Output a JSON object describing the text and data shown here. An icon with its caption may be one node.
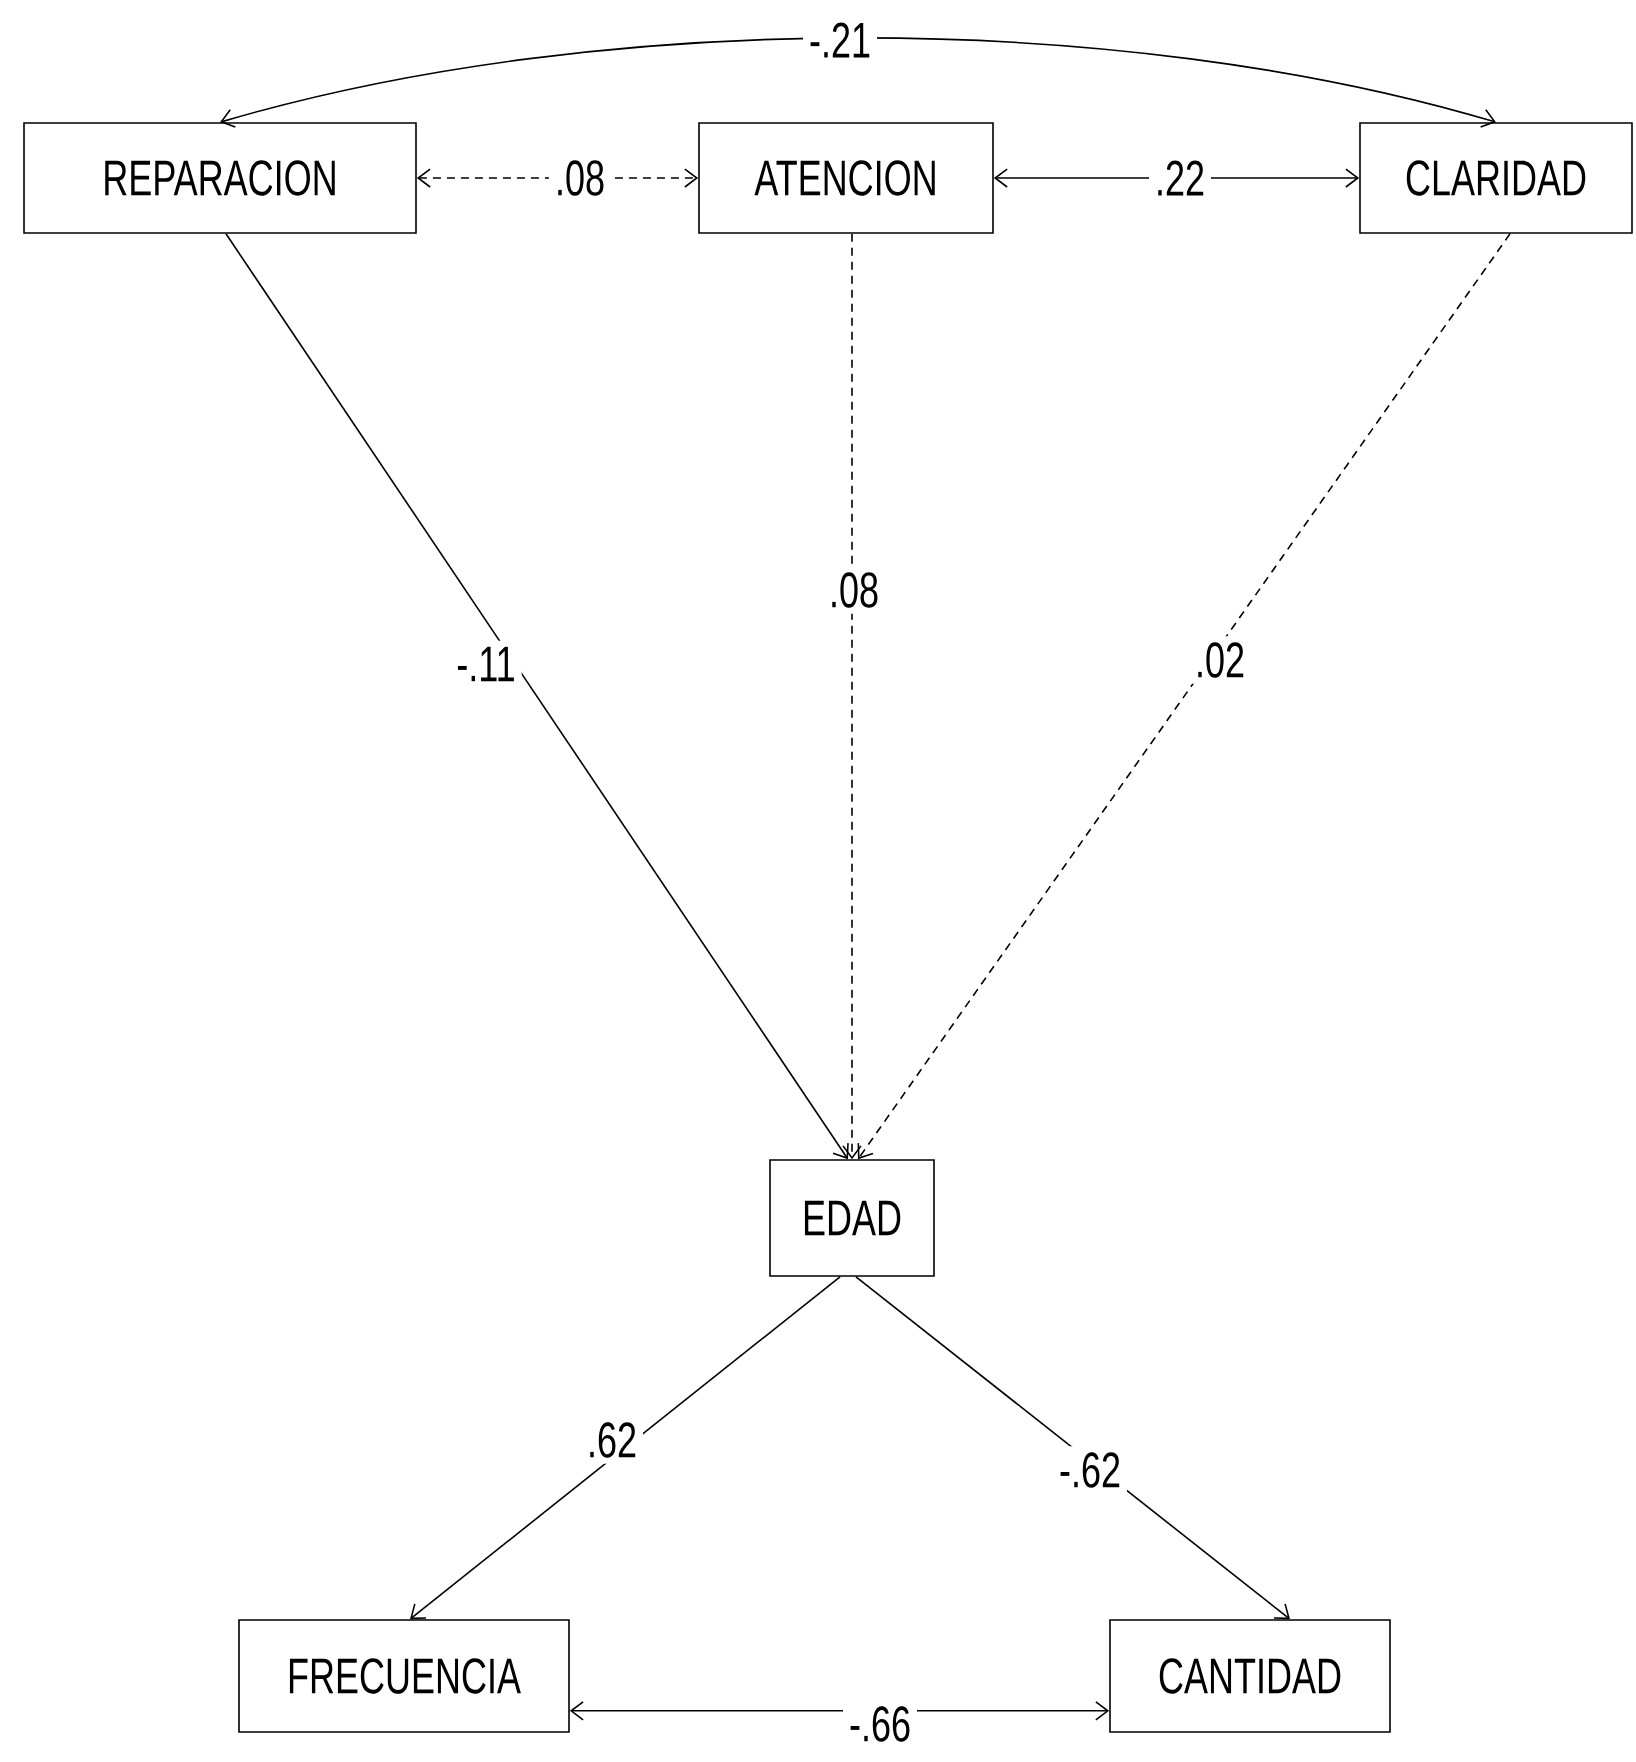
{
  "diagram": {
    "nodes": [
      {
        "text": [
          "REPARACION"
        ]
      },
      {
        "text": [
          "ATENCION"
        ]
      },
      {
        "text": [
          "CLARIDAD"
        ]
      },
      {
        "text": [
          "EDAD"
        ]
      },
      {
        "text": [
          "FRECUENCIA"
        ]
      },
      {
        "text": [
          "CANTIDAD"
        ]
      }
    ],
    "edges": [
      {
        "from": 0,
        "to": 2,
        "arrow": "both",
        "label": "-.21"
      },
      {
        "from": 0,
        "to": 1,
        "arrow": "both",
        "label": ".08",
        "style": "dashed"
      },
      {
        "from": 1,
        "to": 2,
        "arrow": "both",
        "label": ".22"
      },
      {
        "from": 0,
        "to": 3,
        "arrow": "to",
        "label": "-.11"
      },
      {
        "from": 1,
        "to": 3,
        "arrow": "to",
        "label": ".08",
        "style": "dashed"
      },
      {
        "from": 2,
        "to": 3,
        "arrow": "to",
        "label": ".02",
        "style": "dashed"
      },
      {
        "from": 3,
        "to": 4,
        "arrow": "to",
        "label": ".62"
      },
      {
        "from": 3,
        "to": 5,
        "arrow": "to",
        "label": "-.62"
      },
      {
        "from": 4,
        "to": 5,
        "arrow": "both",
        "label": "-.66"
      }
    ]
  }
}
